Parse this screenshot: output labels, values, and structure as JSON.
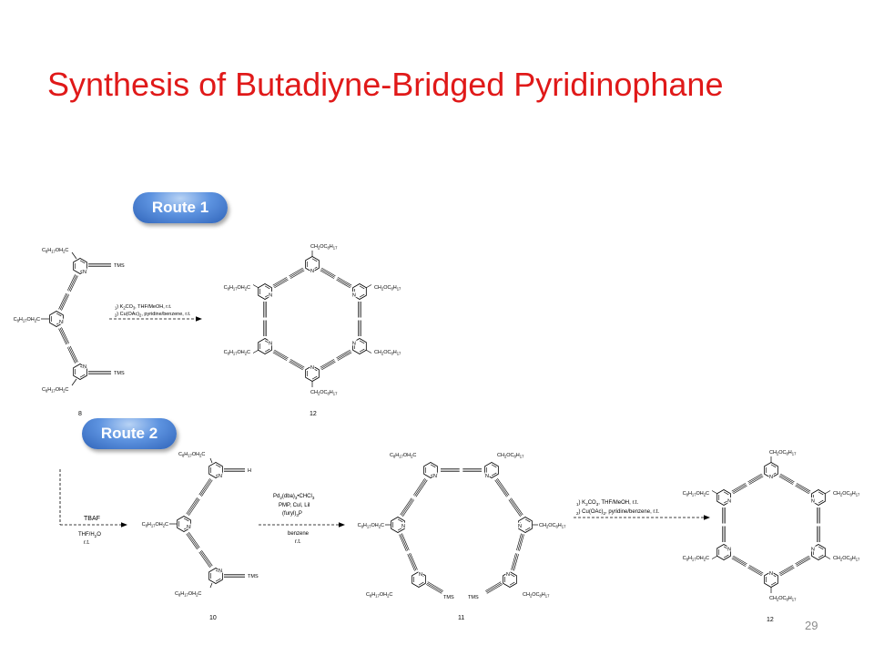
{
  "slide": {
    "title": "Synthesis of Butadiyne-Bridged Pyridinophane",
    "page_number": "29"
  },
  "route1": {
    "label": "Route 1",
    "compound_start": "8",
    "compound_product": "12",
    "conditions": [
      "1) K2CO3, THF/MeOH, r.t.",
      "2) Cu(OAc)2, pyridine/benzene, r.t."
    ],
    "groups_start": [
      "C8H17OH2C",
      "TMS",
      "C8H17OH2C",
      "TMS",
      "C8H17OH2C"
    ],
    "groups_product": [
      "CH2OC8H17",
      "C8H17OH2C",
      "CH2OC8H17",
      "C8H17OH2C",
      "CH2OC8H17",
      "CH2OC8H17"
    ]
  },
  "route2": {
    "label": "Route 2",
    "reagent_step0_top": "TBAF",
    "reagent_step0_bottom": [
      "THF/H2O",
      "r.t."
    ],
    "compound_a": "10",
    "compound_b": "11",
    "compound_c": "12",
    "step1_top": [
      "Pd2(dba)3•CHCl3",
      "PMP, CuI, LiI",
      "(furyl)3P"
    ],
    "step1_bottom": [
      "benzene",
      "r.t."
    ],
    "step2": [
      "1) K2CO3, THF/MeOH, r.t.",
      "2) Cu(OAc)2, pyridine/benzene, r.t."
    ],
    "groups_a": [
      "C8H17OH2C",
      "H",
      "C8H17OH2C",
      "C8H17OH2C",
      "TMS"
    ],
    "groups_b": [
      "C8H17OH2C",
      "CH2OC8H17",
      "C8H17OH2C",
      "CH2OC8H17",
      "C8H17OH2C",
      "TMS",
      "TMS",
      "CH2OC8H17"
    ],
    "groups_c": [
      "CH2OC8H17",
      "C8H17OH2C",
      "CH2OC8H17",
      "C8H17OH2C",
      "CH2OC8H17",
      "CH2OC8H17"
    ]
  }
}
